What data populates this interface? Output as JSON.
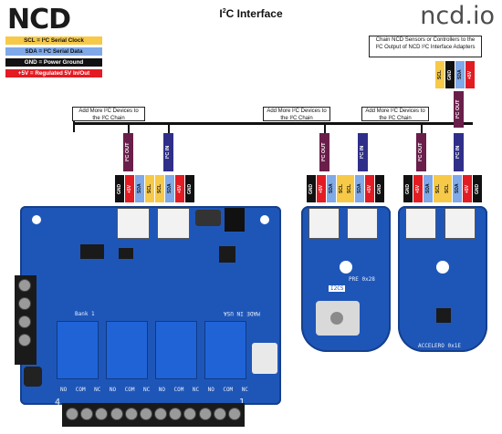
{
  "header": {
    "logo_left": "NCD",
    "title_prefix": "I",
    "title_sup": "2",
    "title_rest": "C Interface",
    "logo_right": "ncd.io"
  },
  "legend": [
    {
      "label": "SCL = I²C Serial Clock",
      "color": "#f7c948"
    },
    {
      "label": "SDA = I²C Serial Data",
      "color": "#7fa9e8"
    },
    {
      "label": "GND = Power Ground",
      "color": "#111111"
    },
    {
      "label": "+5V = Regulated 5V In/Out",
      "color": "#e31b23"
    }
  ],
  "callouts": {
    "chain_left": "Add More I²C Devices to the I²C Chain",
    "chain_mid": "Add More I²C Devices to the I²C Chain",
    "chain_right": "Add More I²C Devices to the I²C Chain",
    "adapter": "Chain NCD Sensors or Controllers to the I²C Output of NCD I²C Interface Adapters"
  },
  "arrows": {
    "out": "I²C OUT",
    "in": "I²C IN"
  },
  "wires": {
    "gnd": "GND",
    "v5": "+5V",
    "sda": "SDA",
    "scl": "SCL"
  },
  "boards": {
    "relay_bank": "Bank 1",
    "relay_terms": [
      "NO",
      "COM",
      "NC",
      "NO",
      "COM",
      "NC",
      "NO",
      "COM",
      "NC",
      "NO",
      "COM",
      "NC"
    ],
    "corner_left": "4",
    "corner_right": "1",
    "made_in": "MADE IN USA",
    "pressure_label": "I2CS",
    "pressure_addr": "PRE 0x28",
    "accel_label": "ACCELERO 0x1E"
  },
  "colors": {
    "board_blue": "#1e56b8",
    "out_arrow": "#6a1e4a",
    "in_arrow": "#2f2f8a"
  }
}
